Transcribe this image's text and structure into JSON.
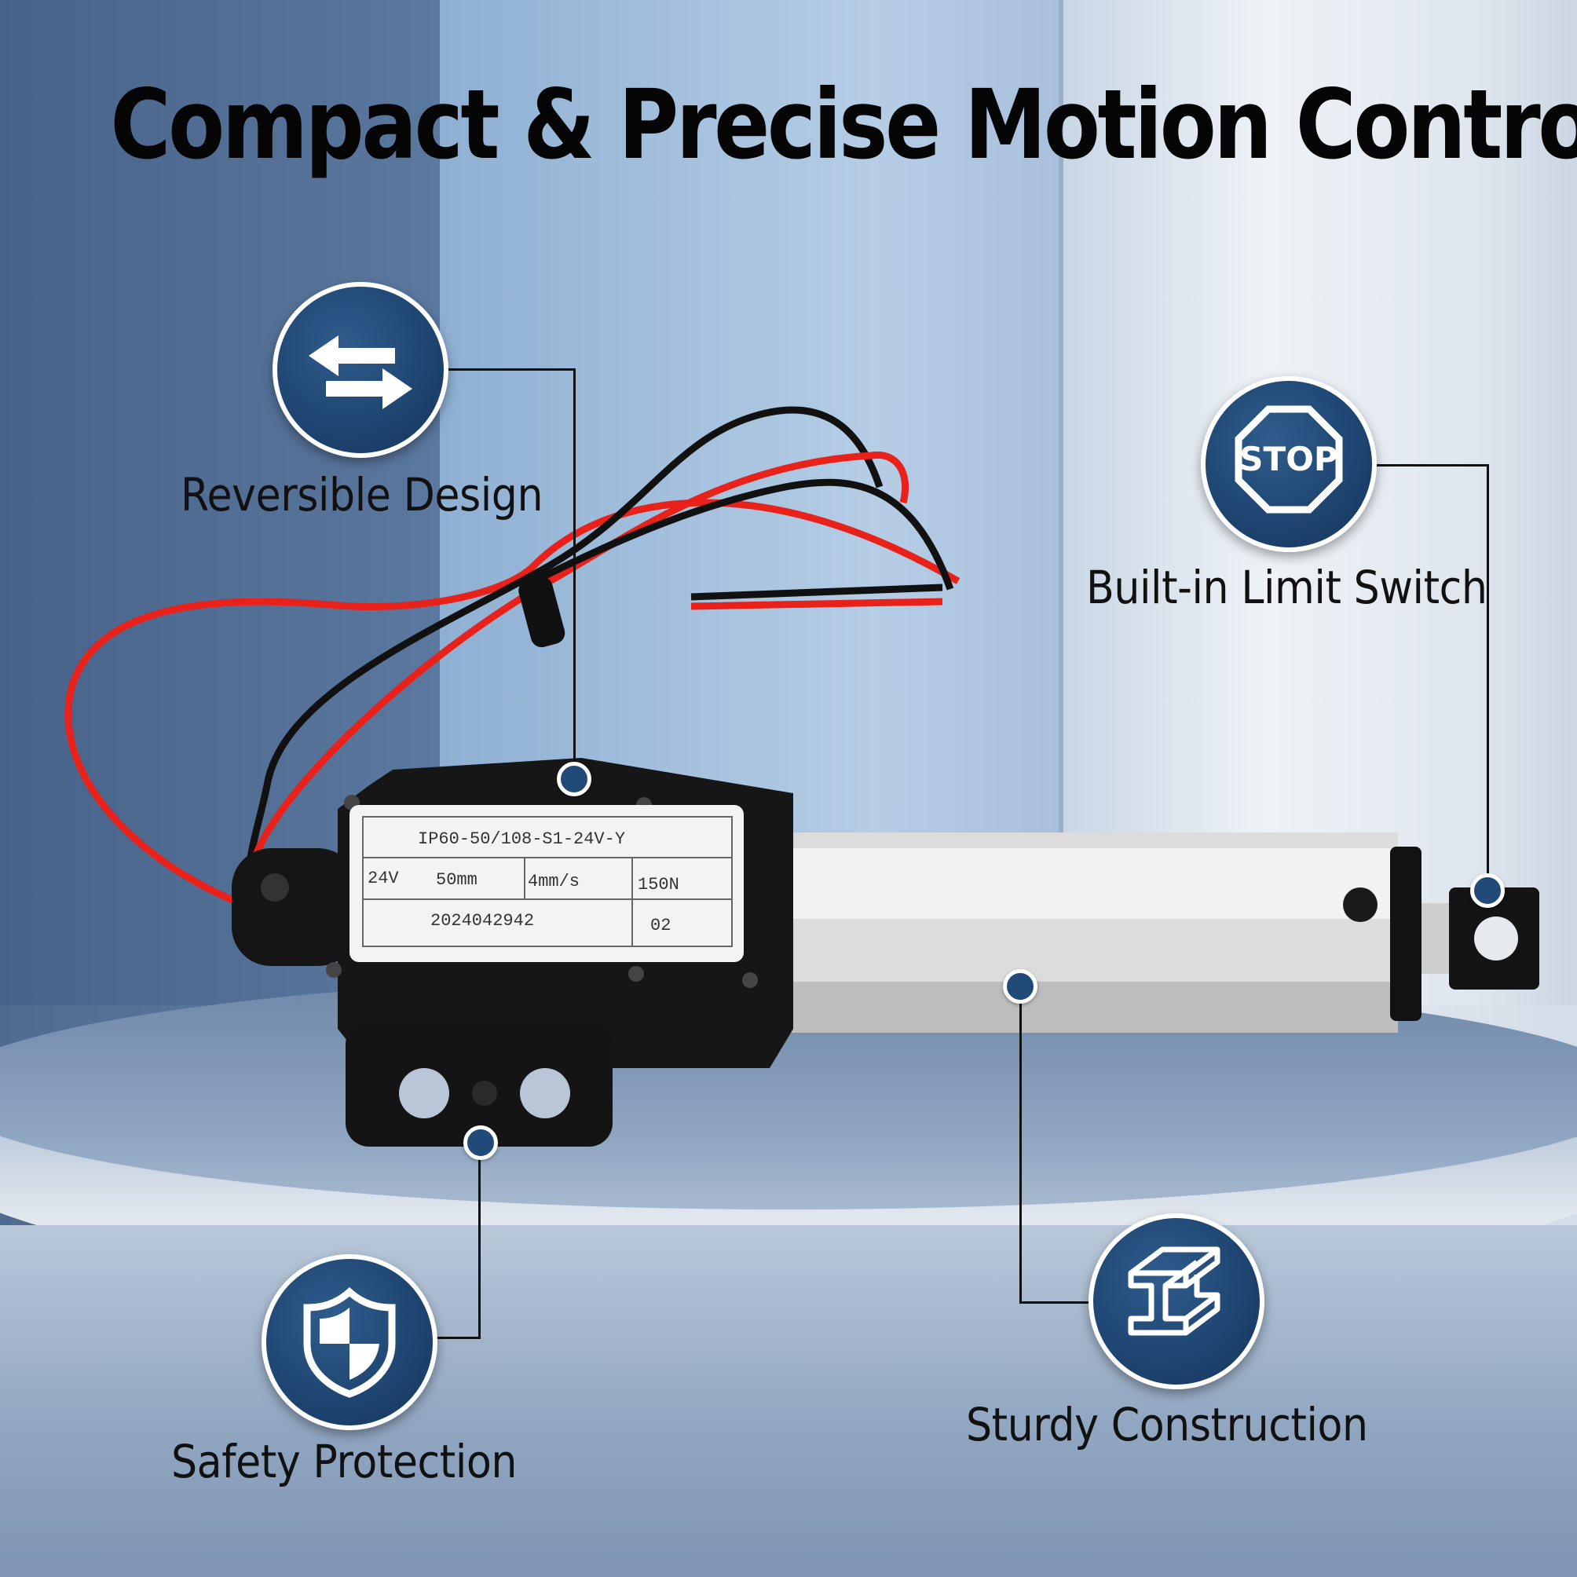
{
  "headline": "Compact & Precise Motion Control",
  "features": {
    "reversible": {
      "label": "Reversible Design",
      "icon": "reverse-arrows-icon"
    },
    "limit_switch": {
      "label": "Built-in Limit Switch",
      "icon": "stop-sign-icon",
      "icon_text": "STOP"
    },
    "safety": {
      "label": "Safety Protection",
      "icon": "shield-icon"
    },
    "sturdy": {
      "label": "Sturdy Construction",
      "icon": "steel-beam-icon"
    }
  },
  "product_label": {
    "model": "IP60-50/108-S1-24V-Y",
    "voltage": "24V",
    "stroke": "50mm",
    "speed": "4mm/s",
    "force": "150N",
    "serial": "2024042942",
    "code": "02"
  },
  "colors": {
    "badge_blue": "#1e4470",
    "wire_red": "#e8221b",
    "wire_black": "#111111",
    "housing_black": "#161616"
  }
}
